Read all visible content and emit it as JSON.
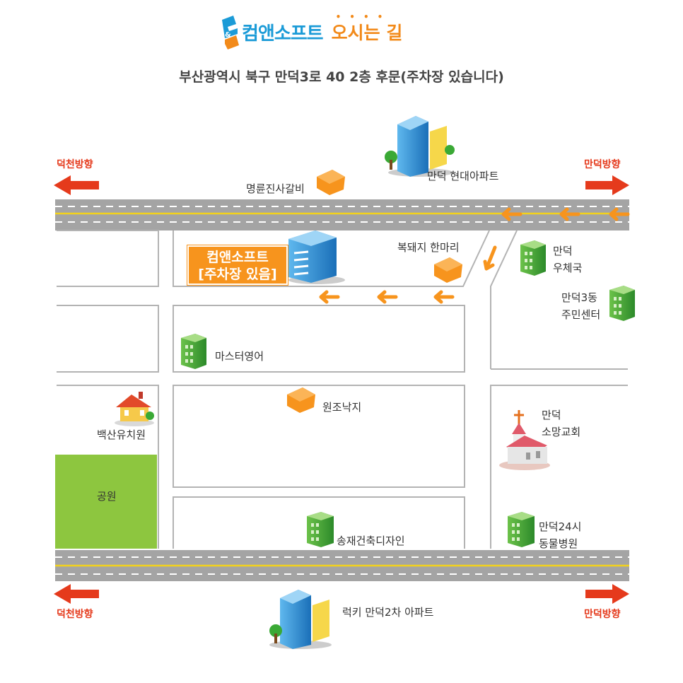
{
  "header": {
    "brand": "컴앤소프트",
    "tagline": "오시는 길",
    "tagline_dots": "••••",
    "address": "부산광역시 북구 만덕3로 40 2층 후문(주차장 있습니다)"
  },
  "directions": {
    "top_left": "덕천방향",
    "top_right": "만덕방향",
    "bottom_left": "덕천방향",
    "bottom_right": "만덕방향"
  },
  "company_label": {
    "line1": "컴앤소프트",
    "line2": "[주차장 있음]"
  },
  "landmarks": {
    "hyundai_apt": "만덕 현대아파트",
    "galbi": "명륜진사갈비",
    "pork": "복돼지 한마리",
    "post_office_l1": "만덕",
    "post_office_l2": "우체국",
    "community_l1": "만덕3동",
    "community_l2": "주민센터",
    "master_english": "마스터영어",
    "wonjo": "원조낙지",
    "kindergarten": "백산유치원",
    "park": "공원",
    "church_l1": "만덕",
    "church_l2": "소망교회",
    "songjae": "송재건축디자인",
    "vet_l1": "만덕24시",
    "vet_l2": "동물병원",
    "lucky_apt": "럭키 만덕2차 아파트"
  },
  "colors": {
    "road": "#a4a4a4",
    "center_line": "#f2d21b",
    "arrow_red": "#e53a1c",
    "arrow_orange": "#f7941d",
    "park": "#8dc63f",
    "building_green": "#3aa935",
    "building_blue": "#2a8fd6"
  }
}
